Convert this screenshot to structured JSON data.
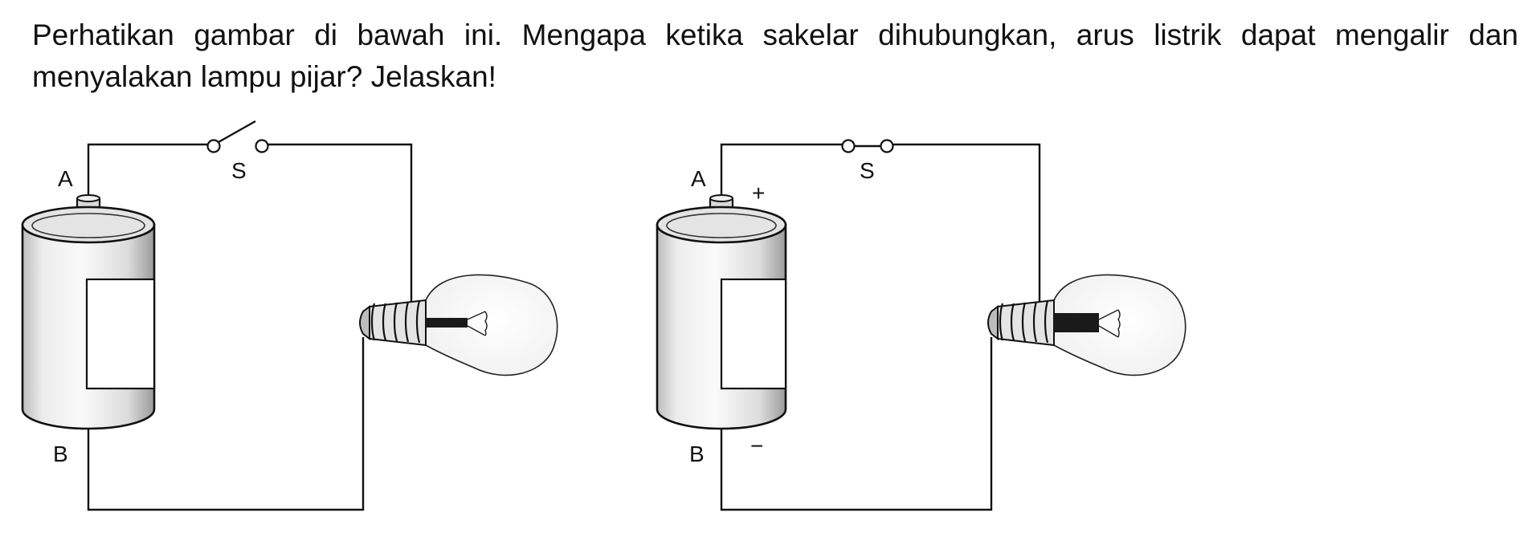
{
  "question": "Perhatikan gambar di bawah ini. Mengapa ketika sakelar dihubungkan, arus listrik dapat mengalir dan menyalakan lampu pijar? Jelaskan!",
  "circuit_open": {
    "label_a": "A",
    "label_b": "B",
    "label_switch": "S",
    "switch_state": "open"
  },
  "circuit_closed": {
    "label_a": "A",
    "label_b": "B",
    "label_switch": "S",
    "label_plus": "+",
    "label_minus": "−",
    "switch_state": "closed"
  }
}
